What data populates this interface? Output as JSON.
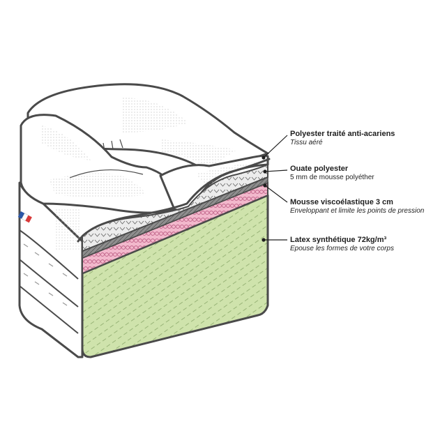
{
  "layers": [
    {
      "title": "Polyester traité anti-acariens",
      "desc": "Tissu aéré",
      "desc_style": "italic"
    },
    {
      "title": "Ouate polyester",
      "desc": "5 mm de mousse polyéther",
      "desc_style": "plain"
    },
    {
      "title": "Mousse viscoélastique 3 cm",
      "desc": "Enveloppant et limite les points de pression",
      "desc_style": "italic"
    },
    {
      "title": "Latex synthétique 72kg/m³",
      "desc": "Epouse les formes de votre corps",
      "desc_style": "italic"
    }
  ],
  "colors": {
    "outline": "#4a4a4a",
    "latex": "#cfe3ac",
    "memory_foam": "#f2b8cc",
    "wadding": "#e6e6e6",
    "fabric_dots": "#bdbdbd",
    "leader": "#1e1e1e",
    "flag_blue": "#2b57a8",
    "flag_red": "#d93a3a"
  },
  "flag_icon": "french-flag-icon"
}
